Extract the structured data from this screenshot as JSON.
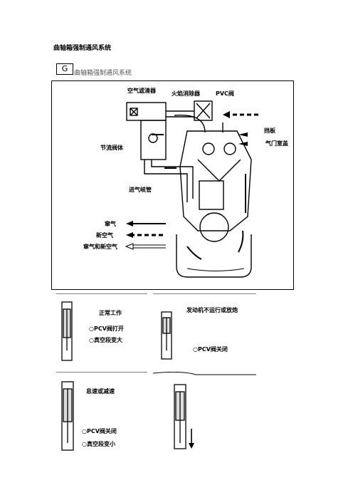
{
  "document": {
    "heading": "曲轴箱强制通风系统",
    "section_badge": "G",
    "section_title": "曲轴箱强制通风系统"
  },
  "main_figure": {
    "labels": {
      "air_filter": "空气滤清器",
      "flame_arrester": "火焰消除器",
      "pcv_valve": "PVC阀",
      "baffle": "挡板",
      "valve_cover": "气门室盖",
      "throttle_body": "节流阀体",
      "intake_manifold": "进气岐管"
    },
    "legend": [
      {
        "label": "窜气",
        "style": "solid"
      },
      {
        "label": "新空气",
        "style": "dashed"
      },
      {
        "label": "窜气和新空气",
        "style": "double"
      }
    ]
  },
  "panels": [
    {
      "title": "正常工作",
      "lines": [
        "○PCV阀打开",
        "○真空段变大"
      ]
    },
    {
      "title": "发动机不运行或放炮",
      "lines": [
        "○PCV阀关闭"
      ]
    },
    {
      "title": "怠速或减速",
      "lines": [
        "○PCV阀关闭",
        "○真空段变小"
      ]
    },
    {
      "title": "",
      "lines": []
    }
  ]
}
